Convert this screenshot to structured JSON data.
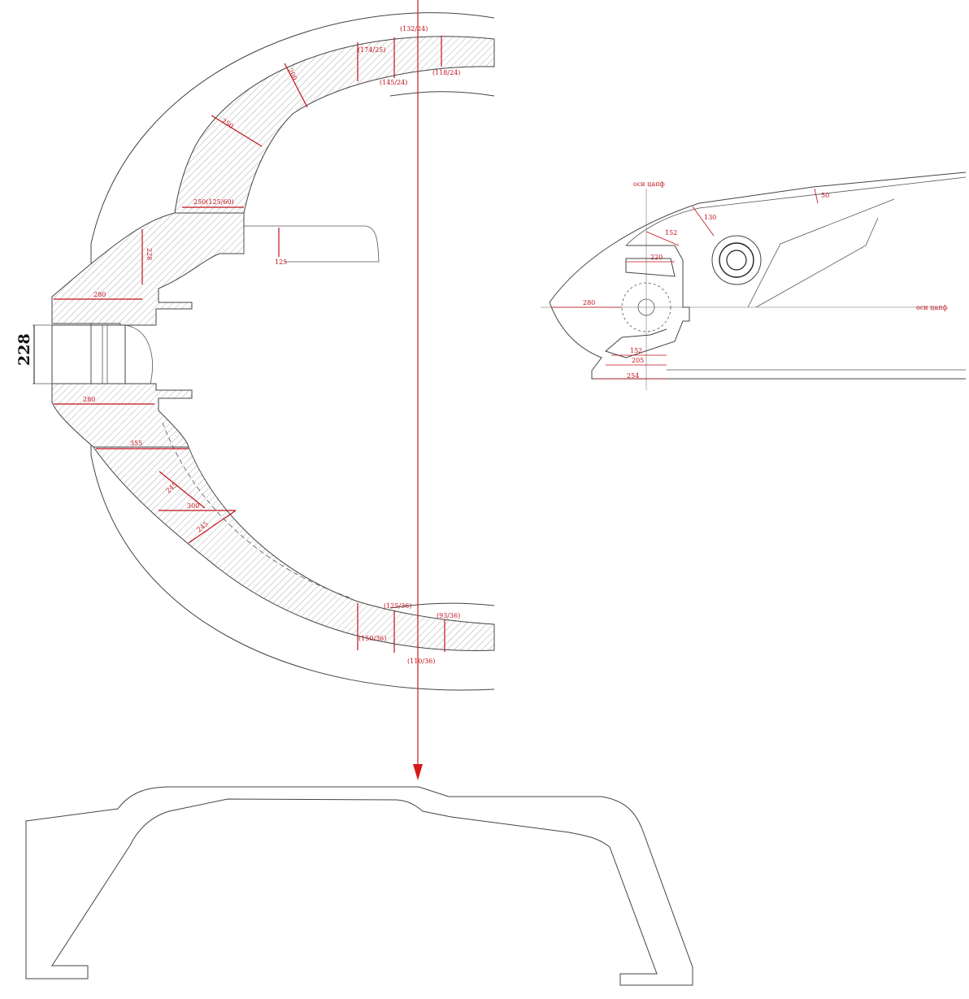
{
  "colors": {
    "dimension": "#c0111a",
    "outline": "#444444",
    "background": "#ffffff"
  },
  "hull_section": {
    "dims": {
      "d_132_24": "(132/24)",
      "d_174_25": "(174/25)",
      "d_145_24": "(145/24)",
      "d_118_24": "(118/24)",
      "d_200": "200",
      "d_250": "250",
      "d_250_125_60": "250(125/60)",
      "d_228_small": "228",
      "d_125": "125",
      "d_280_top": "280",
      "d_280_bottom": "280",
      "d_355": "355",
      "d_245_a": "245",
      "d_300": "300",
      "d_245_b": "245",
      "d_125_36": "(125/36)",
      "d_93_36": "(93/36)",
      "d_150_36": "(150/36)",
      "d_110_36": "(110/36)"
    },
    "opening_height": "228"
  },
  "turret_side": {
    "labels": {
      "trunnion_axis_top": "оси цапф",
      "trunnion_axis_right": "оси цапф",
      "d_50": "50",
      "d_130": "130",
      "d_152_top": "152",
      "d_220": "220",
      "d_280": "280",
      "d_152_bottom": "152",
      "d_205": "205",
      "d_254": "254"
    }
  }
}
